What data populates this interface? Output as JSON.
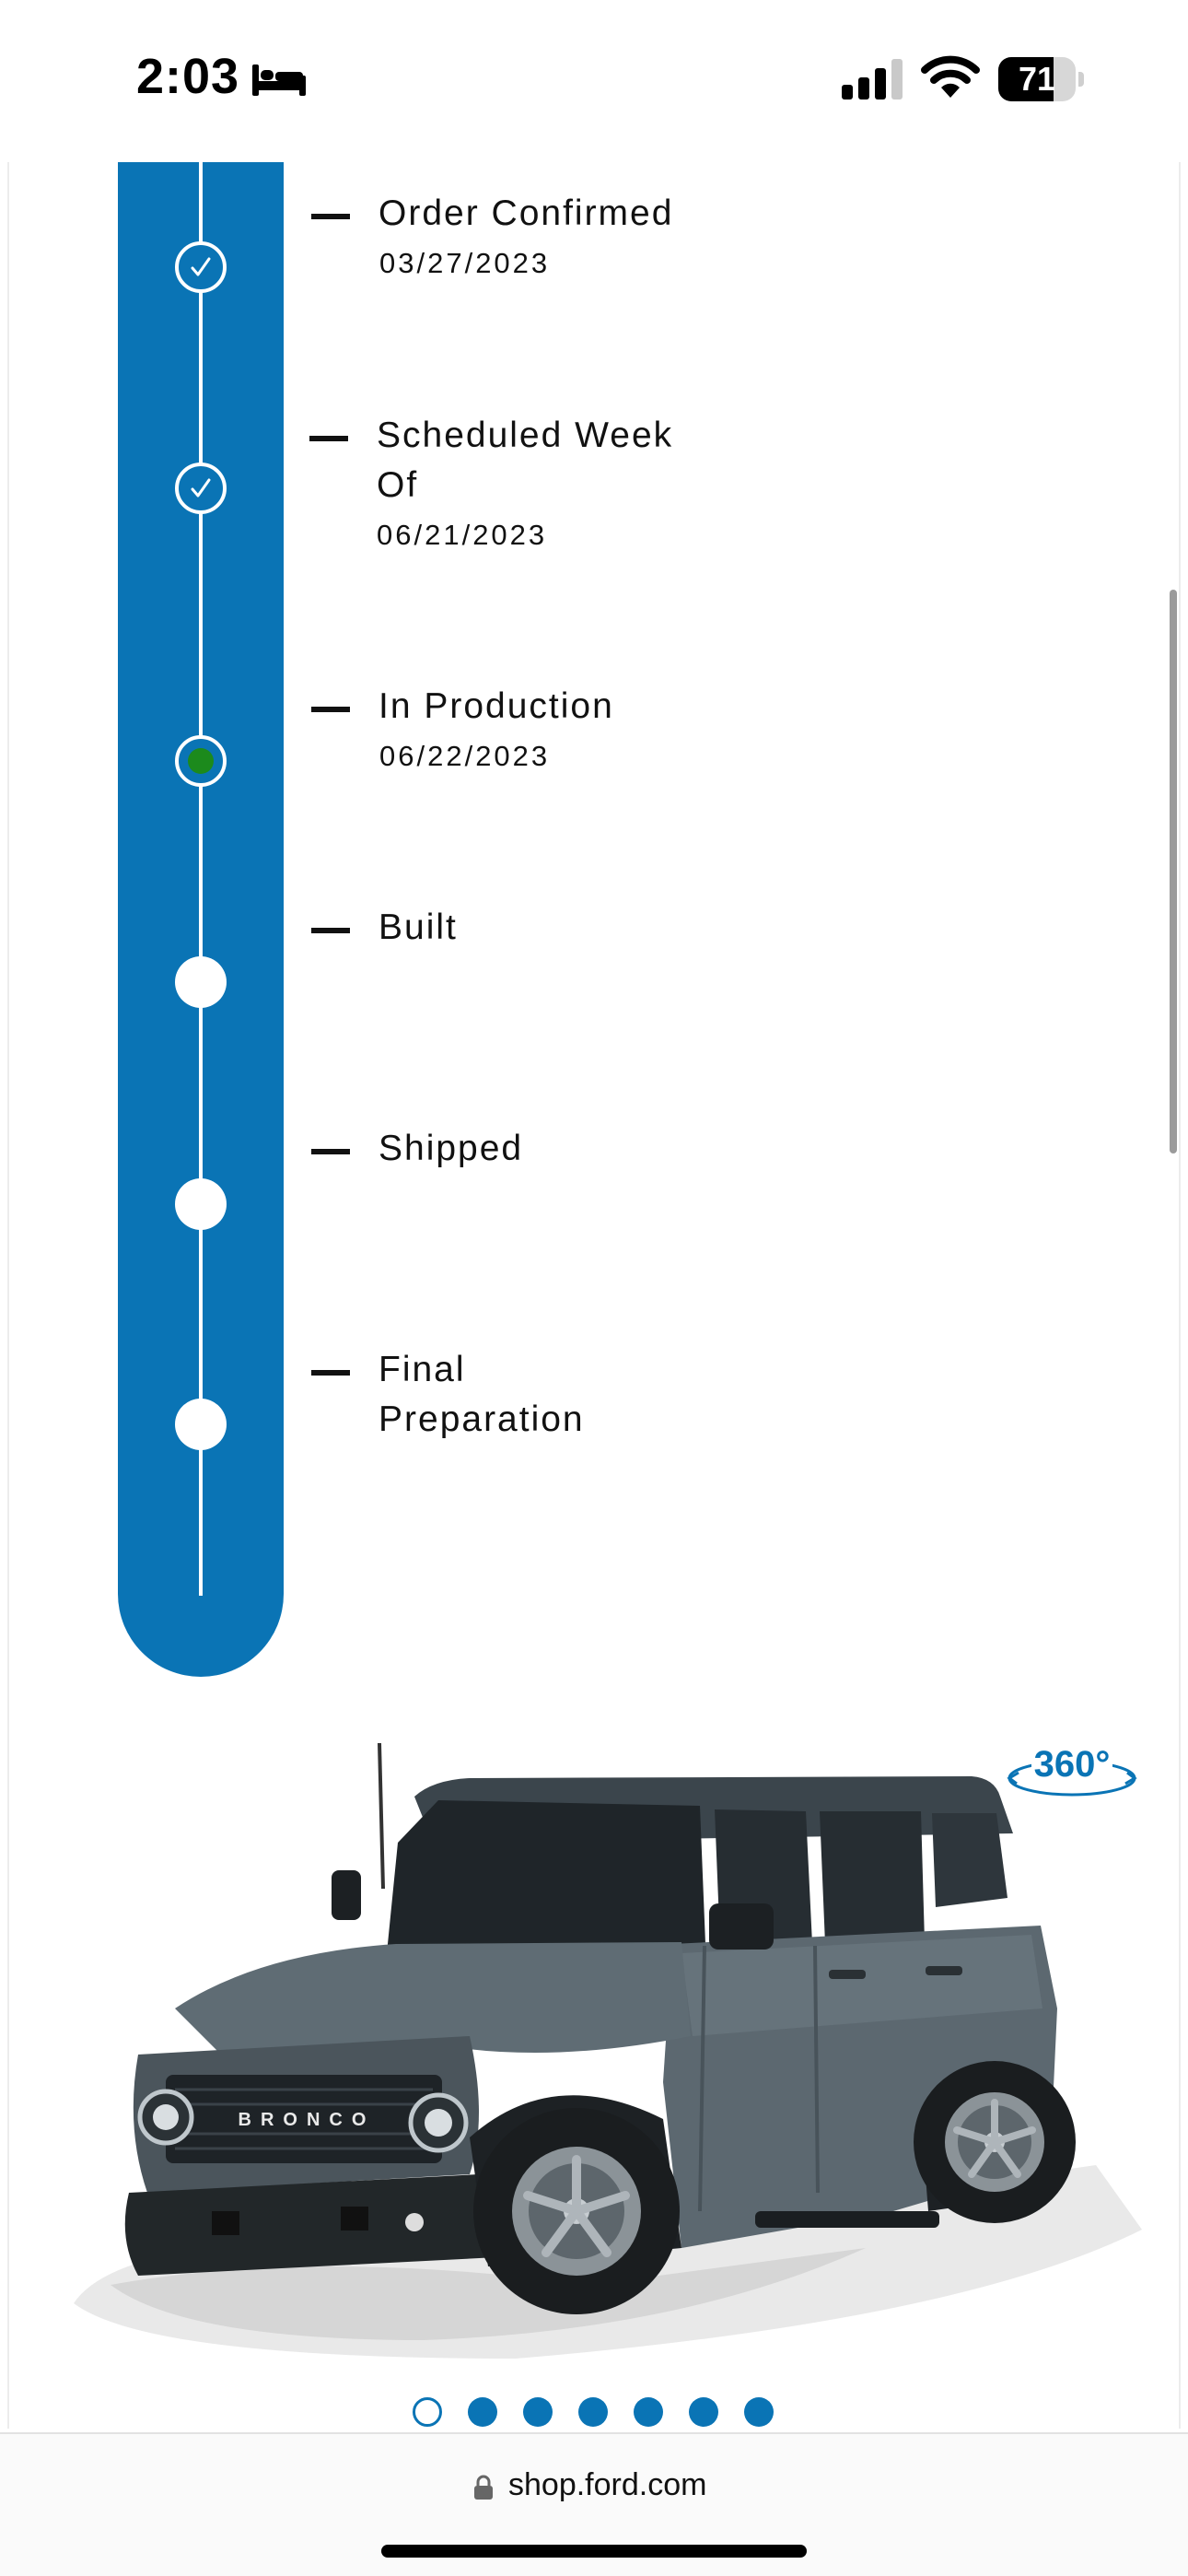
{
  "status_bar": {
    "time": "2:03",
    "battery_percent": "71",
    "battery_level": 0.71
  },
  "timeline": {
    "steps": [
      {
        "label": "Order Confirmed",
        "date": "03/27/2023",
        "state": "done"
      },
      {
        "label": "Scheduled Week",
        "label_line2": "Of",
        "date": "06/21/2023",
        "state": "done"
      },
      {
        "label": "In Production",
        "date": "06/22/2023",
        "state": "current"
      },
      {
        "label": "Built",
        "state": "pending"
      },
      {
        "label": "Shipped",
        "state": "pending"
      },
      {
        "label": "Final",
        "label_line2": "Preparation",
        "state": "pending"
      }
    ]
  },
  "vehicle": {
    "grille_text": "BRONCO",
    "badge_360": "360°"
  },
  "carousel": {
    "count": 7,
    "active_index": 0
  },
  "browser": {
    "url": "shop.ford.com"
  },
  "colors": {
    "accent": "#0a74b5",
    "current_step": "#1c8a1c",
    "vehicle_body": "#5c6870"
  },
  "icons": {
    "sleep": "bed-icon",
    "signal": "cellular-signal-icon",
    "wifi": "wifi-icon",
    "battery": "battery-icon",
    "check": "checkmark-icon",
    "rotate": "rotate-360-icon",
    "lock": "lock-icon"
  }
}
